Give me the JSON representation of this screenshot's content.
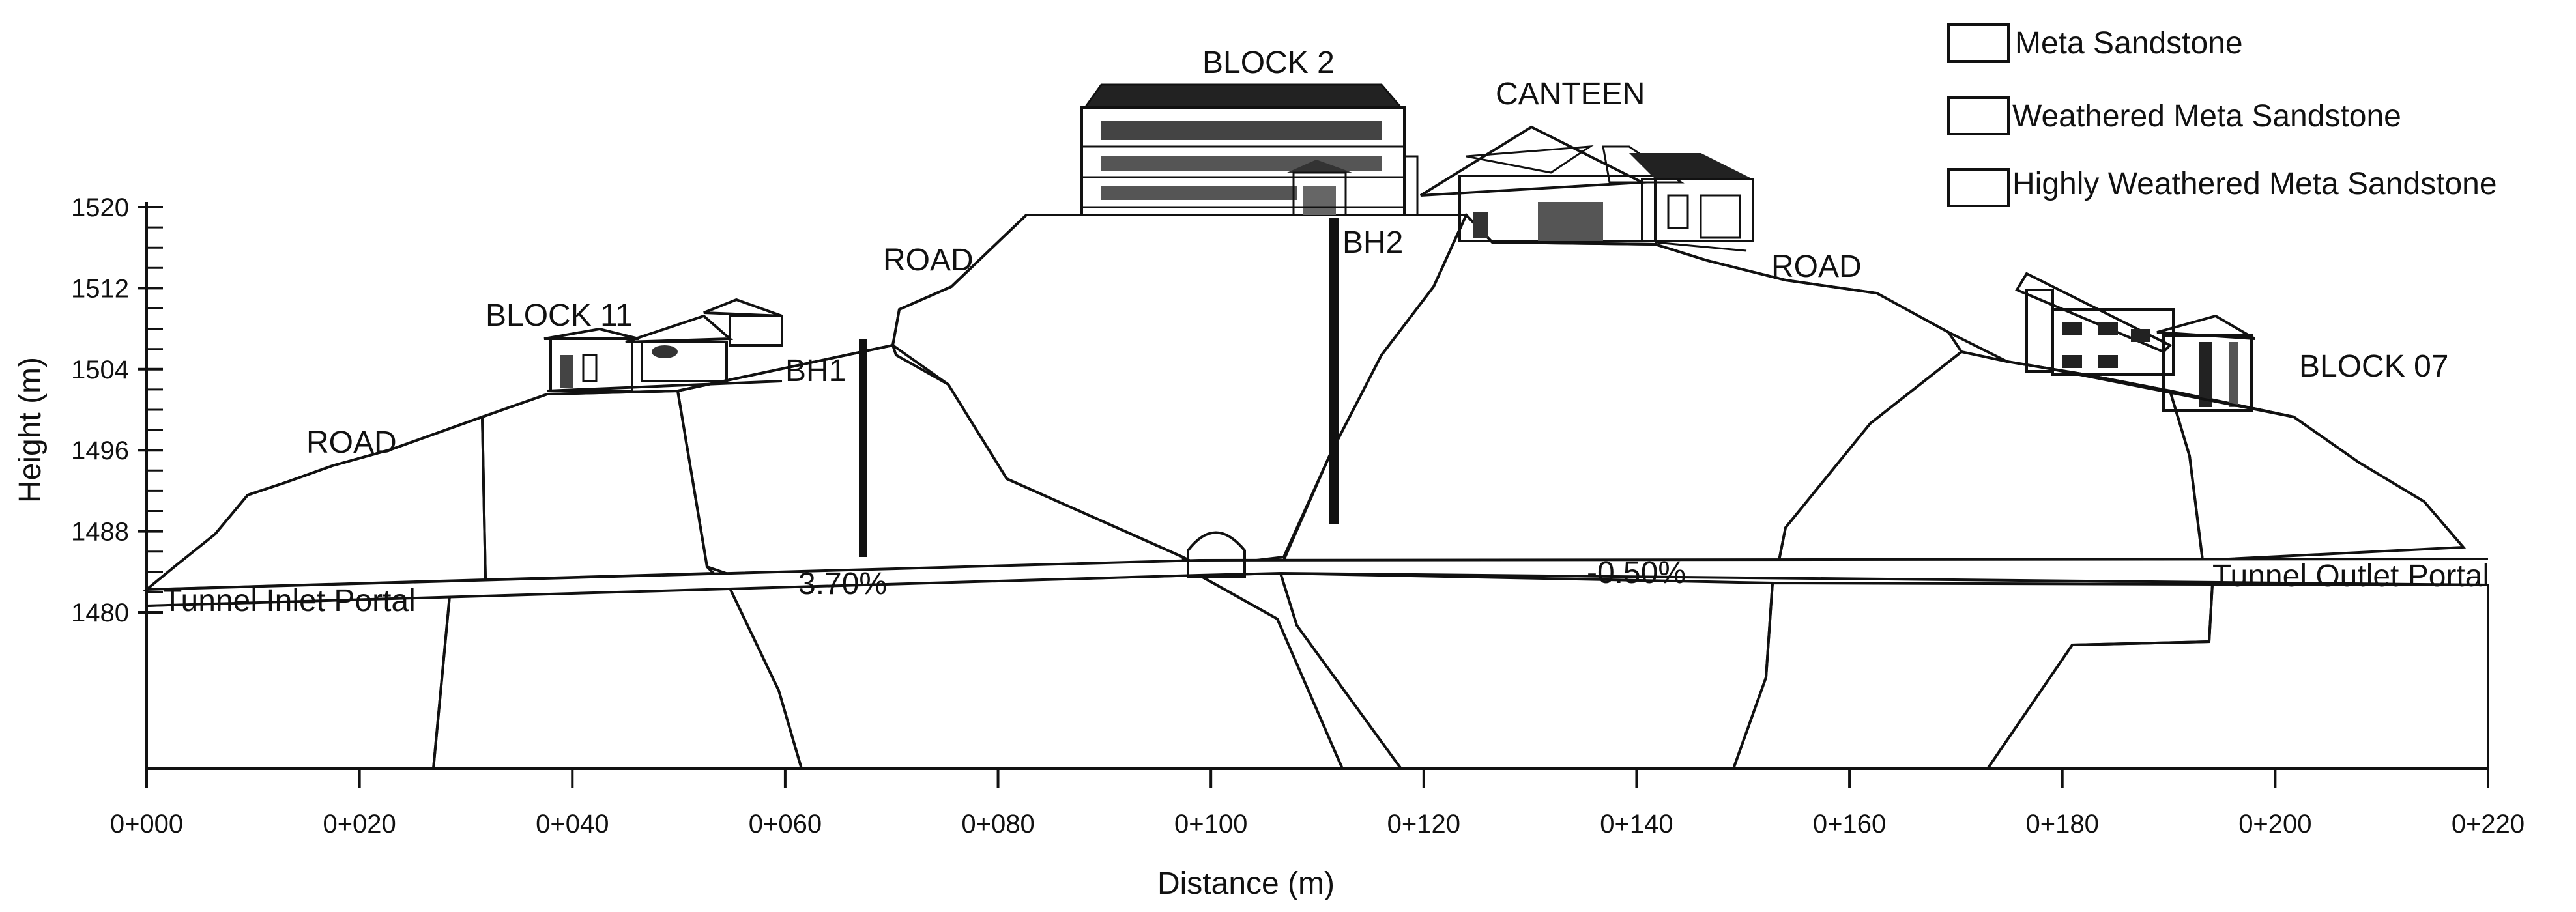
{
  "axes": {
    "x_title": "Distance (m)",
    "y_title": "Height (m)",
    "x_ticks": [
      "0+000",
      "0+020",
      "0+040",
      "0+060",
      "0+080",
      "0+100",
      "0+120",
      "0+140",
      "0+160",
      "0+180",
      "0+200",
      "0+220"
    ],
    "y_ticks": [
      "1520",
      "1512",
      "1504",
      "1496",
      "1488",
      "1480"
    ]
  },
  "legend": {
    "meta": "Meta Sandstone",
    "weathered": "Weathered Meta Sandstone",
    "highly": "Highly Weathered Meta Sandstone"
  },
  "labels": {
    "block2": "BLOCK 2",
    "canteen": "CANTEEN",
    "block11": "BLOCK 11",
    "block07": "BLOCK 07",
    "road1": "ROAD",
    "road2": "ROAD",
    "road3": "ROAD",
    "bh1": "BH1",
    "bh2": "BH2",
    "grade_left": "3.70%",
    "grade_right": "-0.50%",
    "inlet": "Tunnel Inlet Portal",
    "outlet": "Tunnel Outlet Portal"
  }
}
